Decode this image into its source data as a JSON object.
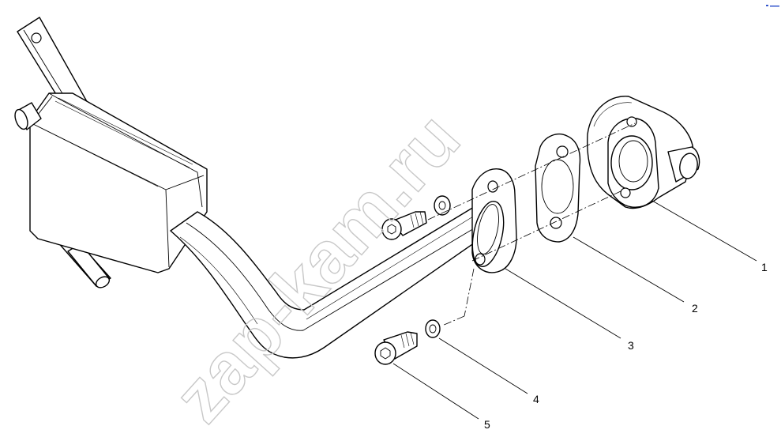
{
  "watermark": "zap-kam.ru",
  "callouts": [
    {
      "number": "1"
    },
    {
      "number": "2"
    },
    {
      "number": "3"
    },
    {
      "number": "4"
    },
    {
      "number": "5"
    }
  ],
  "colors": {
    "line": "#000000",
    "watermark": "#c8c8c8",
    "background": "#ffffff",
    "corner_mark": "#3355cc"
  }
}
